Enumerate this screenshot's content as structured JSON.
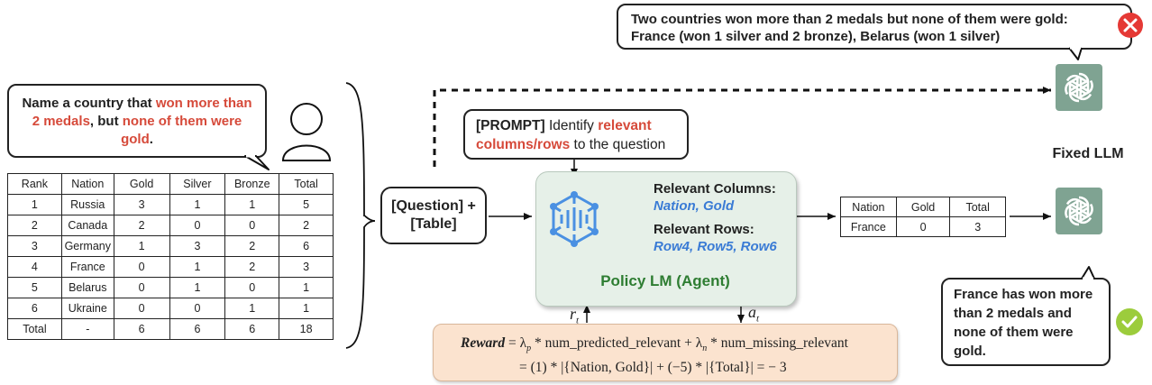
{
  "question_bubble": {
    "parts": [
      {
        "text": "Name a country that ",
        "highlight": false
      },
      {
        "text": "won more than 2 medals",
        "highlight": true
      },
      {
        "text": ", but ",
        "highlight": false
      },
      {
        "text": "none of them were gold",
        "highlight": true
      },
      {
        "text": ".",
        "highlight": false
      }
    ]
  },
  "medal_table": {
    "headers": [
      "Rank",
      "Nation",
      "Gold",
      "Silver",
      "Bronze",
      "Total"
    ],
    "rows": [
      [
        "1",
        "Russia",
        "3",
        "1",
        "1",
        "5"
      ],
      [
        "2",
        "Canada",
        "2",
        "0",
        "0",
        "2"
      ],
      [
        "3",
        "Germany",
        "1",
        "3",
        "2",
        "6"
      ],
      [
        "4",
        "France",
        "0",
        "1",
        "2",
        "3"
      ],
      [
        "5",
        "Belarus",
        "0",
        "1",
        "0",
        "1"
      ],
      [
        "6",
        "Ukraine",
        "0",
        "0",
        "1",
        "1"
      ],
      [
        "Total",
        "-",
        "6",
        "6",
        "6",
        "18"
      ]
    ]
  },
  "input_box": {
    "line1": "[Question] +",
    "line2": "[Table]"
  },
  "prompt_box": {
    "tag": "[PROMPT]",
    "text1": " Identify ",
    "highlight1": "relevant",
    "highlight2": "columns/rows",
    "text2": " to the question"
  },
  "policy": {
    "columns_label": "Relevant Columns:",
    "columns_value": "Nation, Gold",
    "rows_label": "Relevant Rows:",
    "rows_value": "Row4, Row5, Row6",
    "title": "Policy LM (Agent)"
  },
  "symbols": {
    "reward_in": "r",
    "reward_in_sub": "t",
    "action_out": "a",
    "action_out_sub": "t"
  },
  "reward": {
    "label": "Reward",
    "line1_a": " = λ",
    "sub_p": "p",
    "line1_b": " * num_predicted_relevant + λ",
    "sub_n": "n",
    "line1_c": " * num_missing_relevant",
    "line2": "= (1) * |{Nation, Gold}| + (−5) * |{Total}| = − 3"
  },
  "small_table": {
    "headers": [
      "Nation",
      "Gold",
      "Total"
    ],
    "rows": [
      [
        "France",
        "0",
        "3"
      ]
    ]
  },
  "fixed_llm_label": "Fixed LLM",
  "wrong_answer": {
    "line1": "Two countries won more than 2 medals but none of them were gold:",
    "line2": "France (won 1 silver and 2 bronze), Belarus (won 1 silver)"
  },
  "correct_answer": {
    "lines": [
      "France has won more",
      "than 2 medals and",
      "none of them were",
      "gold."
    ]
  },
  "colors": {
    "accent_red": "#d64a3a",
    "agent_green": "#2e7d32",
    "value_blue": "#3a7bd5",
    "policy_bg": "#e6f0e8",
    "reward_bg": "#fbe3cf",
    "gpt_bg": "#7fa392",
    "wrong": "#e53935",
    "correct": "#9ccc3c"
  }
}
